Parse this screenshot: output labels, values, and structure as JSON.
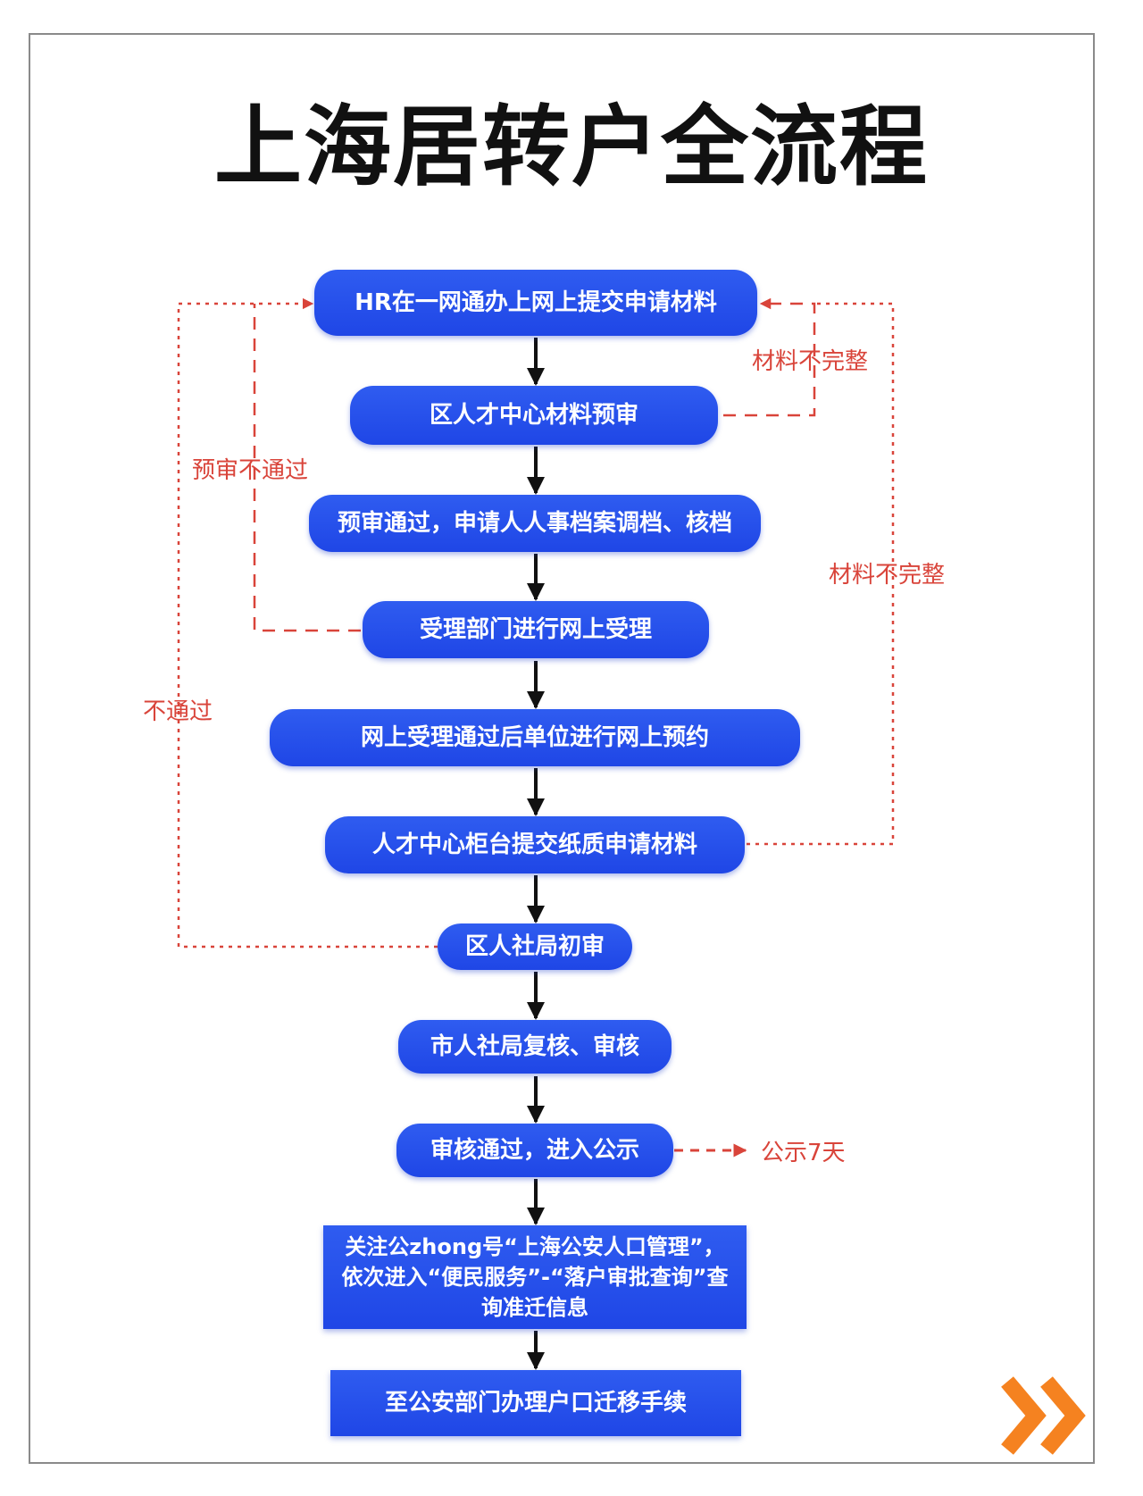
{
  "title": "上海居转户全流程",
  "steps": [
    "HR在一网通办上网上提交申请材料",
    "区人才中心材料预审",
    "预审通过，申请人人事档案调档、核档",
    "受理部门进行网上受理",
    "网上受理通过后单位进行网上预约",
    "人才中心柜台提交纸质申请材料",
    "区人社局初审",
    "市人社局复核、审核",
    "审核通过，进入公示",
    "关注公zhong号“上海公安人口管理”，依次进入“便民服务”-“落户审批查询”查询准迁信息",
    "至公安部门办理户口迁移手续"
  ],
  "feedback_labels": {
    "incomplete_1": "材料不完整",
    "incomplete_2": "材料不完整",
    "pre_review_fail": "预审不通过",
    "fail": "不通过",
    "publicity": "公示7天"
  },
  "colors": {
    "box_blue": "#2451ea",
    "arrow": "#111111",
    "feedback_red": "#d9443a",
    "nav_orange": "#f58220"
  },
  "icons": {
    "next": "double-chevron-right-icon"
  }
}
